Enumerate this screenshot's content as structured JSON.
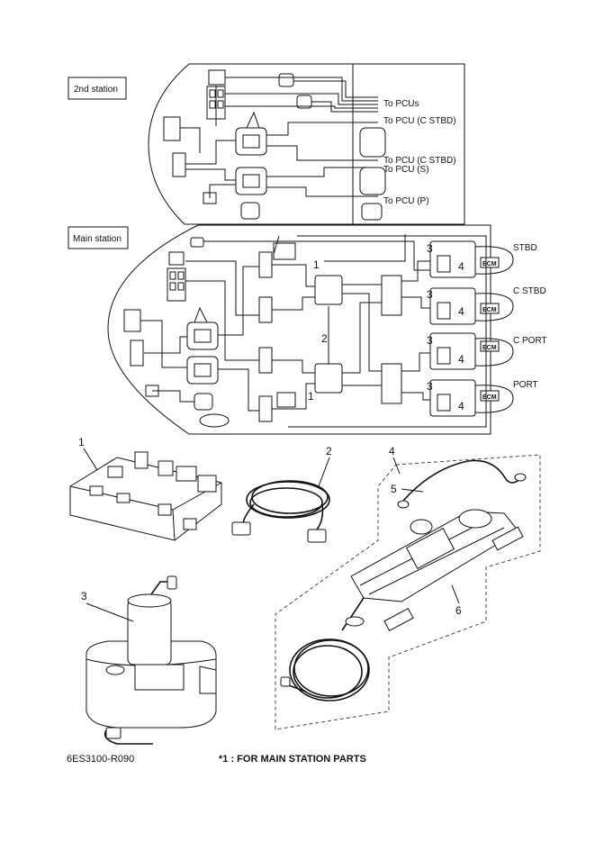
{
  "stations": {
    "second": "2nd station",
    "main": "Main station"
  },
  "pcu_labels": {
    "pcus": "To PCUs",
    "c_stbd_1": "To PCU (C STBD)",
    "c_stbd_2": "To PCU (C STBD)",
    "s": "To PCU (S)",
    "p": "To PCU (P)"
  },
  "positions": {
    "stbd": "STBD",
    "c_stbd": "C STBD",
    "c_port": "C PORT",
    "port": "PORT"
  },
  "ecm": "ECM",
  "callouts": {
    "c1": "1",
    "c2": "2",
    "c3": "3",
    "c4": "4",
    "c5": "5",
    "c6": "6"
  },
  "footer": {
    "code": "6ES3100-R090",
    "note": "*1 : FOR MAIN STATION PARTS"
  }
}
